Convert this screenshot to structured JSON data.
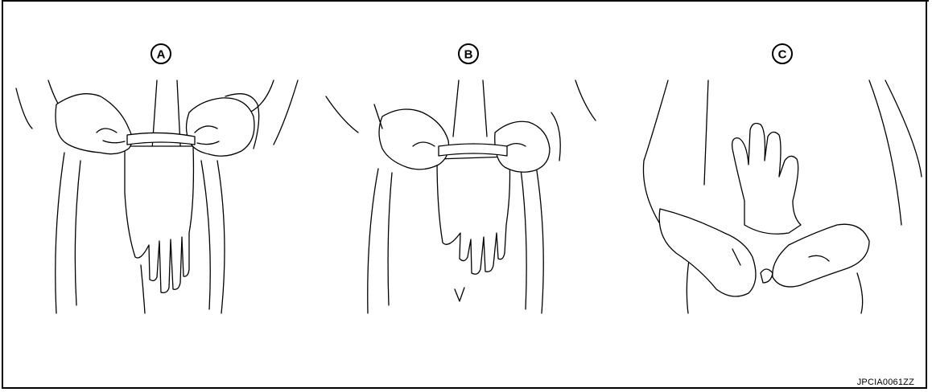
{
  "panels": [
    {
      "label": "A"
    },
    {
      "label": "B"
    },
    {
      "label": "C"
    }
  ],
  "figure_code": "JPCIA0061ZZ",
  "colors": {
    "line": "#000000",
    "background": "#ffffff"
  }
}
